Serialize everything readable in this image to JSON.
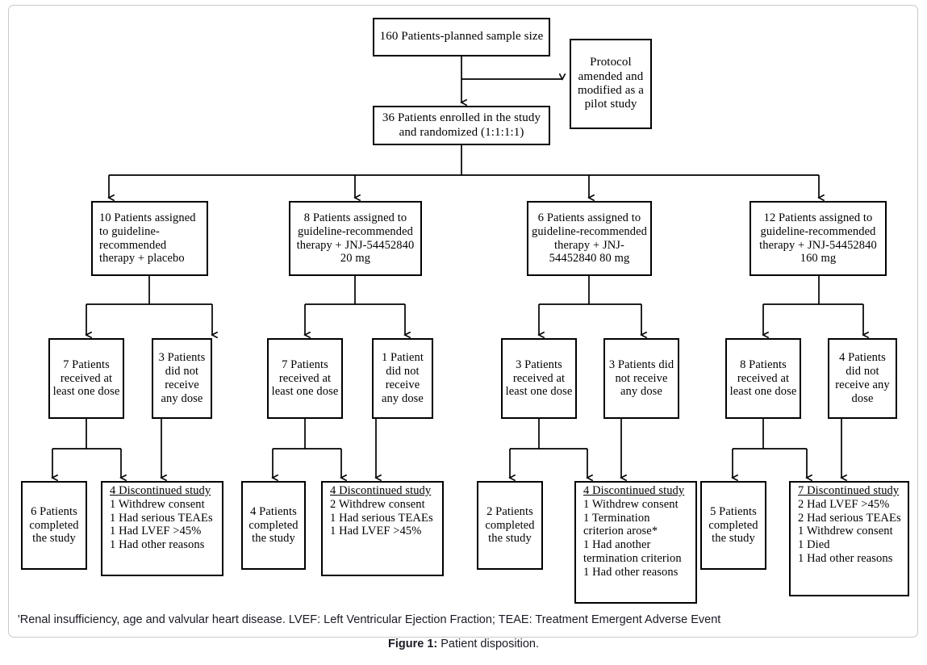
{
  "figure": {
    "footnote": "'Renal insufficiency, age and valvular heart disease. LVEF: Left Ventricular Ejection Fraction; TEAE: Treatment Emergent Adverse Event",
    "caption_label": "Figure 1:",
    "caption_text": " Patient disposition."
  },
  "nodes": {
    "planned": "160 Patients-planned sample size",
    "protocol": "Protocol amended and modified as a pilot study",
    "enrolled": "36 Patients enrolled in the study and randomized (1:1:1:1)"
  },
  "arms": [
    {
      "id": "placebo",
      "assigned": "10 Patients assigned to guideline-recommended therapy + placebo",
      "dosed": "7 Patients received at least one dose",
      "not_dosed": "3 Patients did not receive any dose",
      "completed": "6 Patients completed the study",
      "disc_header": "4 Discontinued study",
      "disc_items": [
        "1 Withdrew consent",
        "1 Had serious TEAEs",
        "1 Had LVEF >45%",
        "1 Had other reasons"
      ]
    },
    {
      "id": "dose20",
      "assigned": "8 Patients assigned to guideline-recommended therapy + JNJ-54452840 20 mg",
      "dosed": "7 Patients received at least one dose",
      "not_dosed": "1 Patient did not receive any dose",
      "completed": "4 Patients completed the study",
      "disc_header": "4 Discontinued study",
      "disc_items": [
        "2 Withdrew consent",
        "1 Had serious TEAEs",
        "1 Had LVEF >45%"
      ]
    },
    {
      "id": "dose80",
      "assigned": "6 Patients assigned to guideline-recommended therapy + JNJ-54452840 80 mg",
      "dosed": "3 Patients received at least one dose",
      "not_dosed": "3 Patients did not receive any dose",
      "completed": "2 Patients completed the study",
      "disc_header": "4 Discontinued study",
      "disc_items": [
        "1 Withdrew consent",
        "1 Termination criterion arose*",
        "1 Had another termination criterion",
        "1 Had other reasons"
      ]
    },
    {
      "id": "dose160",
      "assigned": "12 Patients assigned to guideline-recommended therapy + JNJ-54452840 160 mg",
      "dosed": "8 Patients received at least one dose",
      "not_dosed": "4 Patients did not receive any dose",
      "completed": "5 Patients completed the study",
      "disc_header": "7 Discontinued study",
      "disc_items": [
        "2 Had LVEF >45%",
        "2  Had serious TEAEs",
        "1 Withdrew consent",
        "1 Died",
        "1 Had other reasons"
      ]
    }
  ]
}
